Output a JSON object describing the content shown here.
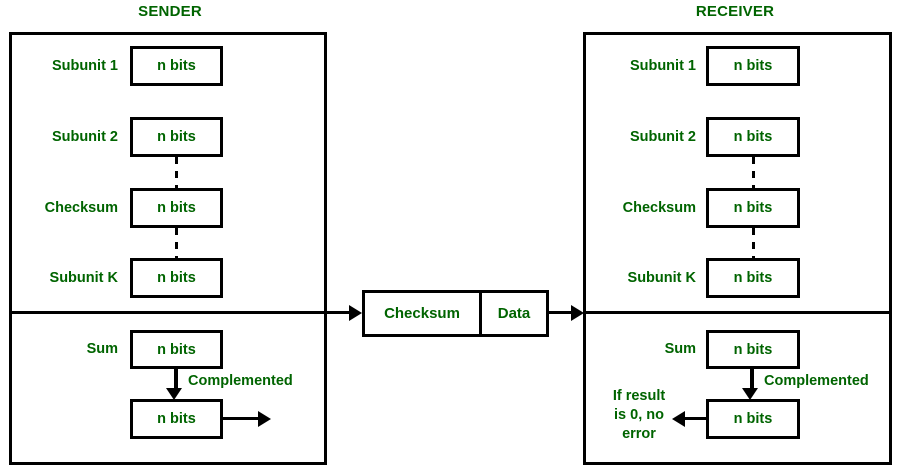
{
  "diagram": {
    "title_sender": "SENDER",
    "title_receiver": "RECEIVER",
    "accent_color": "#006400",
    "line_color": "#000000",
    "background": "#ffffff"
  },
  "sender": {
    "rows": [
      {
        "label": "Subunit 1",
        "box": "n bits"
      },
      {
        "label": "Subunit 2",
        "box": "n bits"
      },
      {
        "label": "Checksum",
        "box": "n bits"
      },
      {
        "label": "Subunit K",
        "box": "n bits"
      }
    ],
    "sum": {
      "label": "Sum",
      "box": "n bits"
    },
    "complemented": {
      "annotation": "Complemented",
      "box": "n bits"
    }
  },
  "receiver": {
    "rows": [
      {
        "label": "Subunit 1",
        "box": "n bits"
      },
      {
        "label": "Subunit 2",
        "box": "n bits"
      },
      {
        "label": "Checksum",
        "box": "n bits"
      },
      {
        "label": "Subunit K",
        "box": "n bits"
      }
    ],
    "sum": {
      "label": "Sum",
      "box": "n bits"
    },
    "complemented": {
      "annotation": "Complemented",
      "box": "n bits"
    },
    "result_note": "If result\nis 0, no\nerror"
  },
  "packet": {
    "checksum_label": "Checksum",
    "data_label": "Data"
  }
}
